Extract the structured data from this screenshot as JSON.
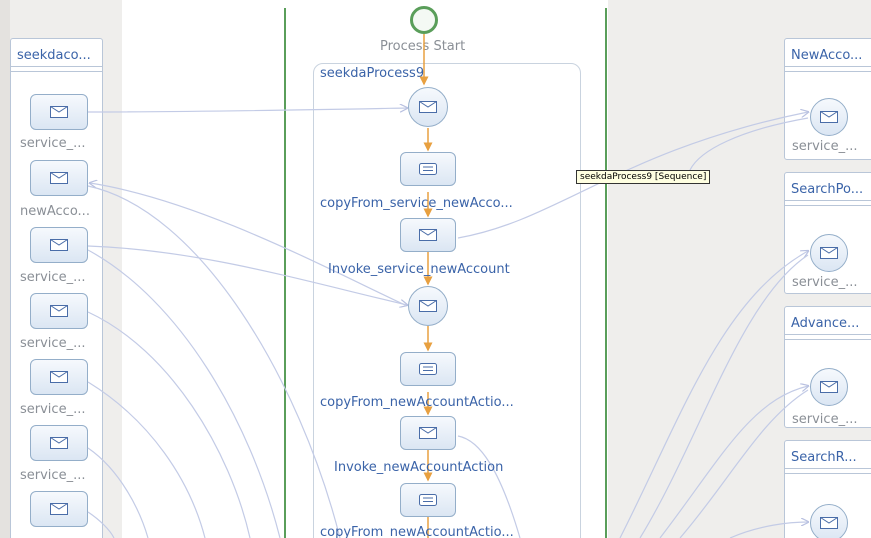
{
  "process": {
    "start_label": "Process Start",
    "name": "seekdaProcess9",
    "tooltip": "seekdaProcess9 [Sequence]",
    "steps": [
      {
        "kind": "receive",
        "label": ""
      },
      {
        "kind": "assign",
        "label": "copyFrom_service_newAcco..."
      },
      {
        "kind": "invoke",
        "label": "Invoke_service_newAccount"
      },
      {
        "kind": "receive",
        "label": ""
      },
      {
        "kind": "assign",
        "label": "copyFrom_newAccountActio..."
      },
      {
        "kind": "invoke",
        "label": "Invoke_newAccountAction"
      },
      {
        "kind": "assign",
        "label": "copyFrom_newAccountActio..."
      }
    ]
  },
  "left_partner": {
    "title": "seekdaco...",
    "items": [
      "service_...",
      "newAcco...",
      "service_...",
      "service_...",
      "service_...",
      "service_...",
      ""
    ]
  },
  "right_partners": [
    {
      "title": "NewAcco...",
      "item": "service_..."
    },
    {
      "title": "SearchPo...",
      "item": "service_..."
    },
    {
      "title": "Advance...",
      "item": "service_..."
    },
    {
      "title": "SearchR...",
      "item": ""
    }
  ],
  "colors": {
    "divider": "#5a9e5a",
    "arrow": "#e8a040",
    "link": "#c3cbe6",
    "text_blue": "#3a63a8",
    "text_gray": "#8a8f96"
  }
}
